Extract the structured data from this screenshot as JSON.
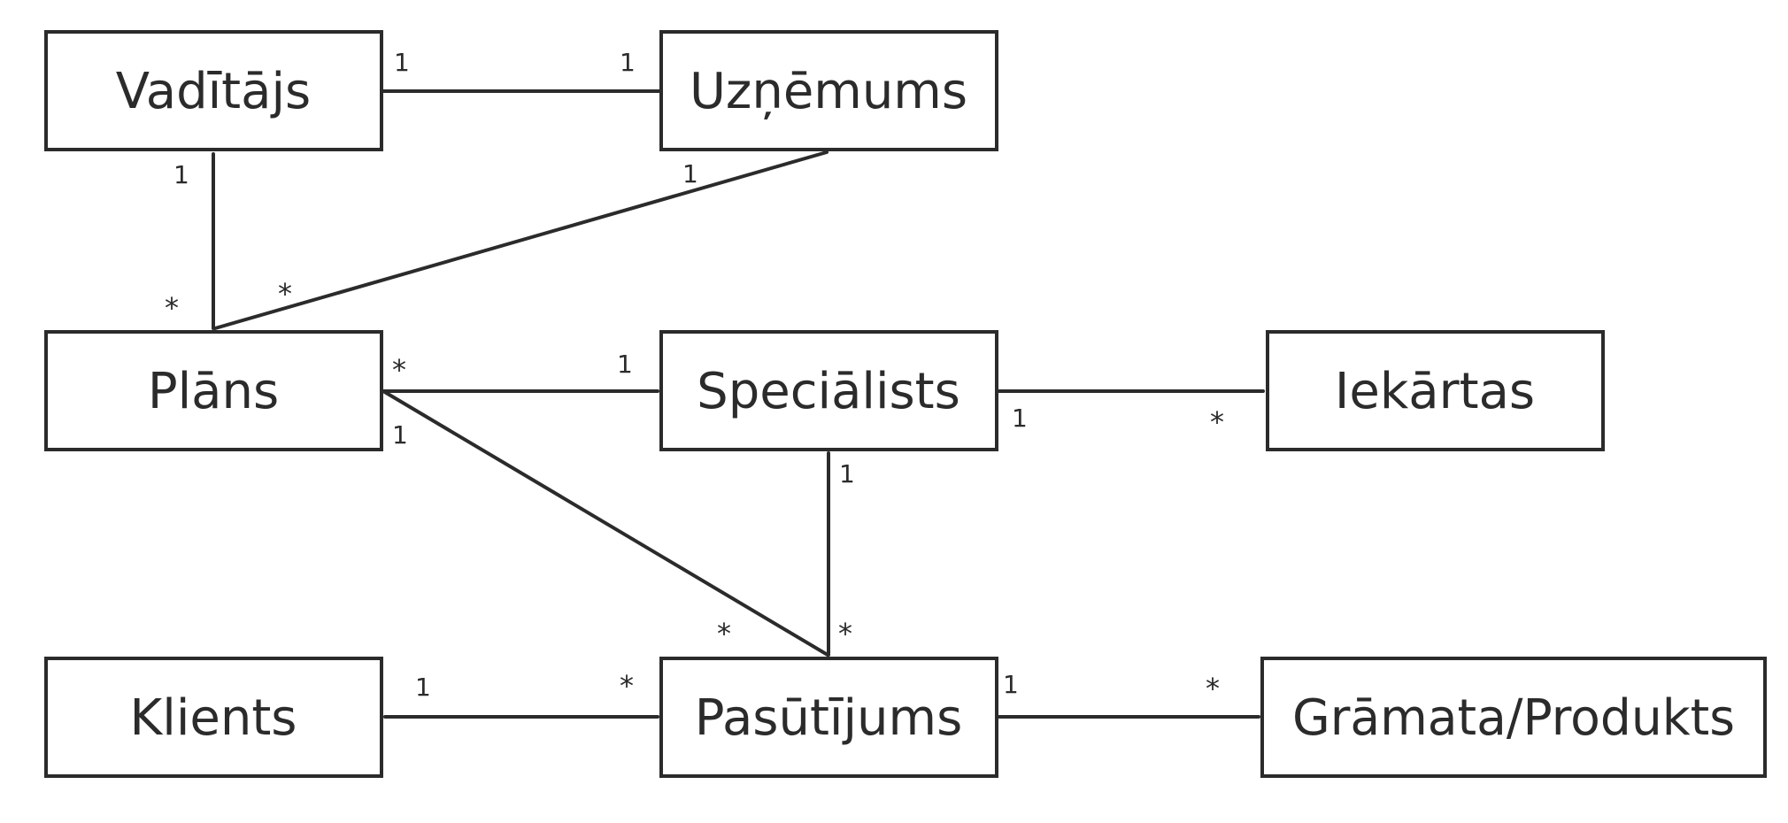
{
  "diagram": {
    "entities": {
      "vaditajs": "Vadītājs",
      "uznemums": "Uzņēmums",
      "plans": "Plāns",
      "specialists": "Speciālists",
      "iekartas": "Iekārtas",
      "klients": "Klients",
      "pasutijums": "Pasūtījums",
      "gramata": "Grāmata/Produkts"
    },
    "multiplicities": {
      "vaditajs_uznemums_a": "1",
      "vaditajs_uznemums_b": "1",
      "vaditajs_plans_a": "1",
      "vaditajs_plans_b": "*",
      "uznemums_plans_a": "1",
      "uznemums_plans_b": "*",
      "plans_specialists_a": "*",
      "plans_specialists_b": "1",
      "plans_pasutijums_a": "1",
      "plans_pasutijums_b": "*",
      "specialists_iekartas_a": "1",
      "specialists_iekartas_b": "*",
      "specialists_pasutijums_a": "1",
      "specialists_pasutijums_b": "*",
      "klients_pasutijums_a": "1",
      "klients_pasutijums_b": "*",
      "pasutijums_gramata_a": "1",
      "pasutijums_gramata_b": "*"
    },
    "colors": {
      "stroke": "#2b2b2b",
      "background": "#ffffff"
    }
  }
}
